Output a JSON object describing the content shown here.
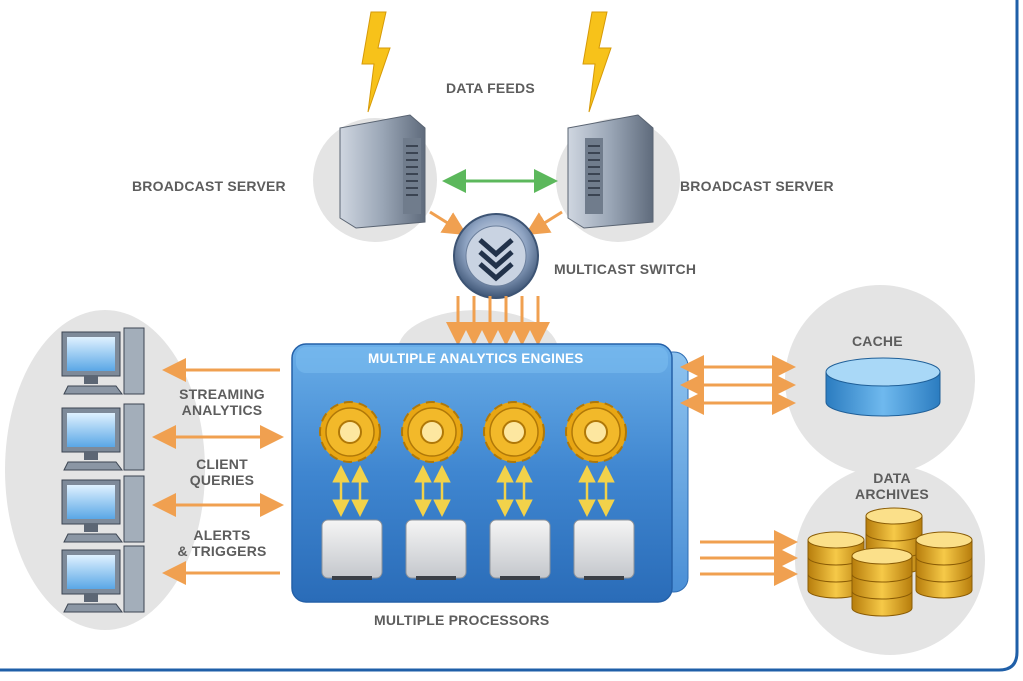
{
  "header": {
    "title": ""
  },
  "labels": {
    "data_feeds": "DATA FEEDS",
    "broadcast_left": "BROADCAST SERVER",
    "broadcast_right": "BROADCAST SERVER",
    "multicast_switch": "MULTICAST SWITCH",
    "analytics_engines": "MULTIPLE ANALYTICS ENGINES",
    "streaming_1": "STREAMING",
    "streaming_2": "ANALYTICS",
    "client_1": "CLIENT",
    "client_2": "QUERIES",
    "alerts_1": "ALERTS",
    "alerts_2": "& TRIGGERS",
    "cache": "CACHE",
    "archives_1": "DATA",
    "archives_2": "ARCHIVES",
    "processors": "MULTIPLE PROCESSORS"
  },
  "colors": {
    "frame_blue": "#1f5fa8",
    "arrow_orange": "#f0a050",
    "link_green": "#5cb85c",
    "panel_blue": "#3f86d0",
    "gear_gold": "#e8a613",
    "bolt_yellow": "#f7c21a",
    "cylinder_blue": "#3a95d6",
    "bubble_grey": "#e4e4e4"
  },
  "icons": [
    "lightning-bolt-icon",
    "server-tower-icon",
    "multicast-switch-icon",
    "desktop-computer-icon",
    "gear-icon",
    "processor-chip-icon",
    "cache-cylinder-icon",
    "database-stack-icon"
  ]
}
